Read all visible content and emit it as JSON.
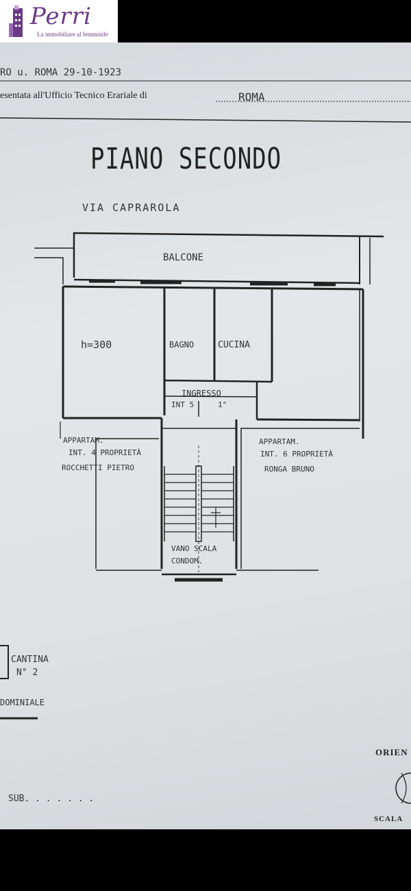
{
  "logo": {
    "brand": "Perri",
    "tagline": "La immobiliare al femminile",
    "brand_color": "#6b3a86"
  },
  "header": {
    "city_line": "RO u. ROMA   29-10-1923",
    "office_label": "esentata all'Ufficio Tecnico Erariale di",
    "office_city": "ROMA"
  },
  "plan": {
    "title": "PIANO SECONDO",
    "street": "VIA CAPRAROLA",
    "rooms": {
      "balcony": "BALCONE",
      "height": "h=300",
      "bath": "BAGNO",
      "kitchen": "CUCINA",
      "entrance": "INGRESSO",
      "int_label": "INT 5",
      "int_num": "1°"
    },
    "left_apartment": [
      "APPARTAM.",
      "INT. 4 PROPRIETÀ",
      "ROCCHETTI PIETRO"
    ],
    "right_apartment": [
      "APPARTAM.",
      "INT. 6 PROPRIETÀ",
      "RONGA BRUNO"
    ],
    "stair": [
      "VANO SCALA",
      "CONDOM."
    ],
    "cellar": [
      "CANTINA",
      "N° 2"
    ],
    "condominial": "DOMINIALE"
  },
  "footer": {
    "sub_label": "SUB. . . . . . .",
    "orientation": "ORIEN",
    "scale": "SCALA"
  }
}
